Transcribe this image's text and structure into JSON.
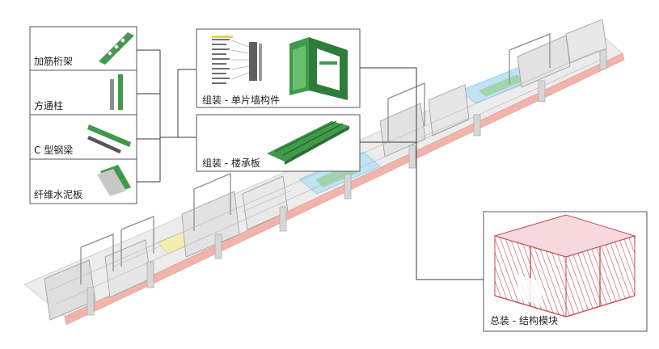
{
  "components": [
    {
      "label": "加筋桁架",
      "icon": "truss-icon"
    },
    {
      "label": "方通柱",
      "icon": "column-icon"
    },
    {
      "label": "C 型钢梁",
      "icon": "c-beam-icon"
    },
    {
      "label": "纤维水泥板",
      "icon": "fiber-cement-board-icon"
    }
  ],
  "stages": {
    "wall": {
      "label": "组装 - 单片墙构件"
    },
    "floor": {
      "label": "组装 - 楼承板"
    },
    "module": {
      "label": "总装 - 结构模块"
    }
  },
  "colors": {
    "line": "#3a3a3a",
    "box_border": "#555555",
    "steel_green": "#3f9a4a",
    "module_red": "#c44a55",
    "conveyor_pink": "#f2b3aa",
    "factory_gray": "#9a9a9a",
    "highlight_blue": "#bfe2f4",
    "highlight_yellow": "#f3eeb0"
  }
}
